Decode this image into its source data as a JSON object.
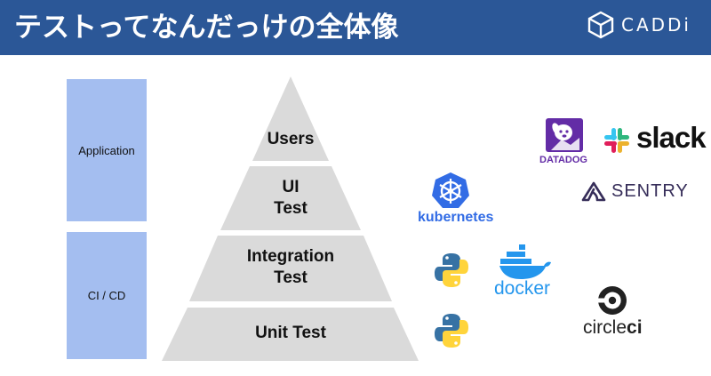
{
  "header": {
    "title": "テストってなんだっけの全体像",
    "brand_name": "CADDi",
    "brand_color": "#2b5797"
  },
  "side_labels": [
    {
      "label": "Application"
    },
    {
      "label": "CI / CD"
    }
  ],
  "pyramid": {
    "layers": [
      {
        "label": "Users"
      },
      {
        "label_line1": "UI",
        "label_line2": "Test"
      },
      {
        "label_line1": "Integration",
        "label_line2": "Test"
      },
      {
        "label": "Unit Test"
      }
    ],
    "fill_color": "#dadada"
  },
  "tools": {
    "datadog": {
      "name": "DATADOG",
      "color": "#632ca6"
    },
    "slack": {
      "name": "slack"
    },
    "kubernetes": {
      "name": "kubernetes",
      "color": "#326ce5"
    },
    "sentry": {
      "name": "SENTRY",
      "color": "#362d59"
    },
    "docker": {
      "name": "docker",
      "color": "#2496ed"
    },
    "circleci": {
      "name_light": "circle",
      "name_bold": "ci"
    },
    "python": {
      "icon": "python-logo-icon"
    }
  }
}
